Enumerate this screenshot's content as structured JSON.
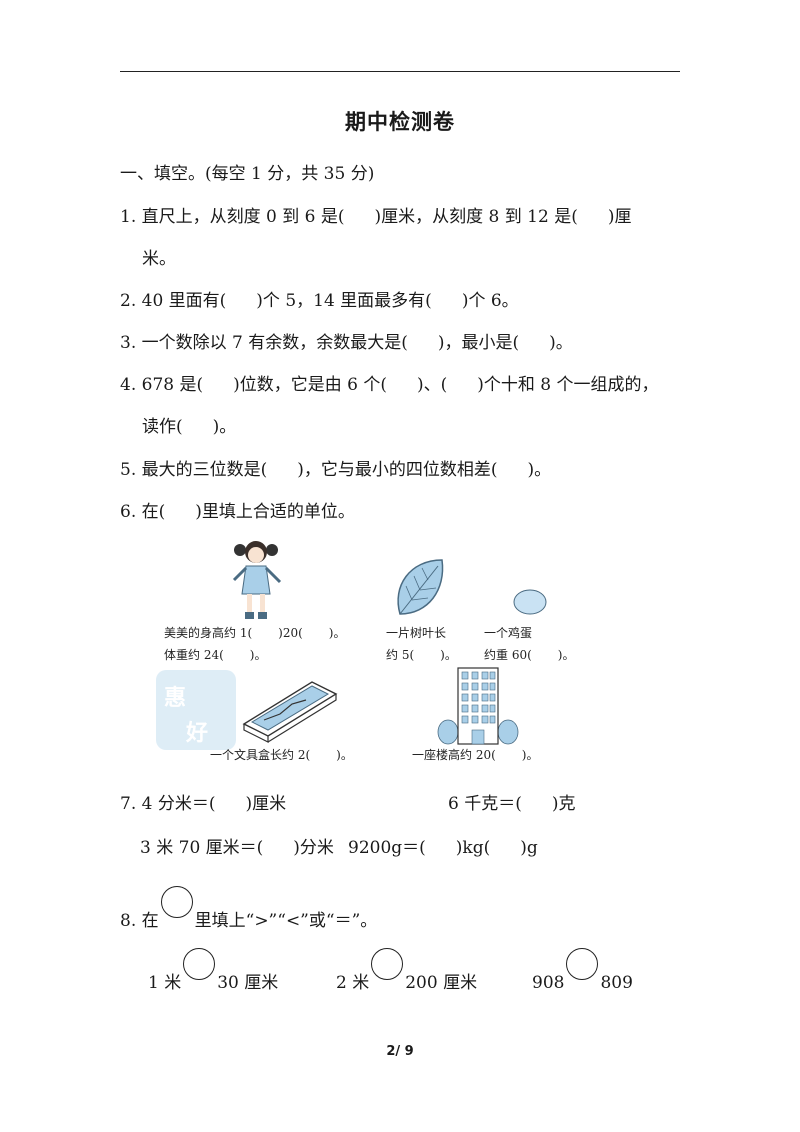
{
  "page": {
    "title": "期中检测卷",
    "footer": "2/ 9"
  },
  "section": "一、填空。(每空 1 分，共 35 分)",
  "questions": {
    "q1a": "1.  直尺上，从刻度 0 到 6 是(",
    "q1b": ")厘米，从刻度 8 到 12  是(",
    "q1c": ")厘",
    "q1d": "米。",
    "q2a": "2. 40 里面有(",
    "q2b": ")个 5，14 里面最多有(",
    "q2c": ")个 6。",
    "q3a": "3.  一个数除以 7 有余数，余数最大是(",
    "q3b": ")，最小是(",
    "q3c": ")。",
    "q4a": "4. 678 是(",
    "q4b": ")位数，它是由 6 个(",
    "q4c": ")、(",
    "q4d": ")个十和 8 个一组成的，",
    "q4e": "读作(",
    "q4f": ")。",
    "q5a": "5.  最大的三位数是(",
    "q5b": ")，它与最小的四位数相差(",
    "q5c": ")。",
    "q6a": "6.  在(",
    "q6b": ")里填上合适的单位。",
    "q7a": "7. 4 分米＝(",
    "q7b": ")厘米",
    "q7c": "6 千克＝(",
    "q7d": ")克",
    "q7e": "3 米 70 厘米＝(",
    "q7f": ")分米",
    "q7g": "9200g＝(",
    "q7h": ")kg(",
    "q7i": ")g",
    "q8a": "8.  在",
    "q8b": "里填上“>”“<”或“＝”。",
    "q8c": "1 米",
    "q8d": "30 厘米",
    "q8e": "2 米",
    "q8f": "200 厘米",
    "q8g": "908",
    "q8h": "809"
  },
  "figures": {
    "girl_a": "美美的身高约 1(",
    "girl_b": ")20(",
    "girl_c": ")。",
    "girl_d": "体重约 24(",
    "girl_e": ")。",
    "leaf_a": "一片树叶长",
    "leaf_b": "约 5(",
    "leaf_c": ")。",
    "egg_a": "一个鸡蛋",
    "egg_b": "约重 60(",
    "egg_c": ")。",
    "box_a": "一个文具盒长约 2(",
    "box_b": ")。",
    "bld_a": "一座楼高约 20(",
    "bld_b": ")。"
  },
  "colors": {
    "figure_blue": "#a9cfe8",
    "figure_line": "#4a6b82",
    "watermark": "#d6e8f4"
  }
}
